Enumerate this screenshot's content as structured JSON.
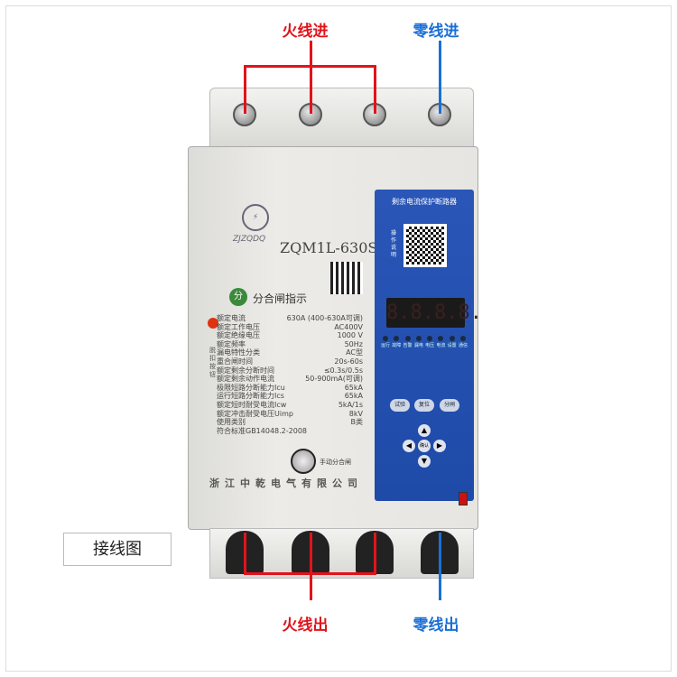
{
  "annotations": {
    "line_in": "火线进",
    "neutral_in": "零线进",
    "line_out": "火线出",
    "neutral_out": "零线出",
    "diagram_label": "接线图"
  },
  "colors": {
    "line": "#e0141b",
    "neutral": "#1a6fd6",
    "panel": "#2450b0"
  },
  "device": {
    "brand": "ZJZQDQ",
    "model": "ZQM1L-630S",
    "indicator": "分合闸指示",
    "indicator_icon": "分",
    "reset_label": "脱扣按钮",
    "manual_label": "手动分合闸",
    "manufacturer": "浙江中乾电气有限公司",
    "specs": [
      {
        "k": "额定电流",
        "v": "630A (400-630A可调)"
      },
      {
        "k": "额定工作电压",
        "v": "AC400V"
      },
      {
        "k": "额定绝缘电压",
        "v": "1000 V"
      },
      {
        "k": "额定频率",
        "v": "50Hz"
      },
      {
        "k": "漏电特性分类",
        "v": "AC型"
      },
      {
        "k": "重合闸时间",
        "v": "20s-60s"
      },
      {
        "k": "额定剩余分断时间",
        "v": "≤0.3s/0.5s"
      },
      {
        "k": "额定剩余动作电流",
        "v": "50-900mA(可调)"
      },
      {
        "k": "极限短路分断能力Icu",
        "v": "65kA"
      },
      {
        "k": "运行短路分断能力Ics",
        "v": "65kA"
      },
      {
        "k": "额定短时耐受电流Icw",
        "v": "5kA/1s"
      },
      {
        "k": "额定冲击耐受电压Uimp",
        "v": "8kV"
      },
      {
        "k": "使用类别",
        "v": "B类"
      },
      {
        "k": "符合标准GB14048.2-2008",
        "v": ""
      }
    ],
    "panel": {
      "title": "剩余电流保护断路器",
      "manual": "操作说明",
      "display": "8.8.8.8.",
      "leds": [
        "运行",
        "故障",
        "告警",
        "漏电",
        "电压",
        "电流",
        "设置",
        "通信"
      ],
      "buttons": {
        "test": "试验",
        "reset": "复位",
        "open": "分闸",
        "confirm": "确认"
      }
    }
  }
}
